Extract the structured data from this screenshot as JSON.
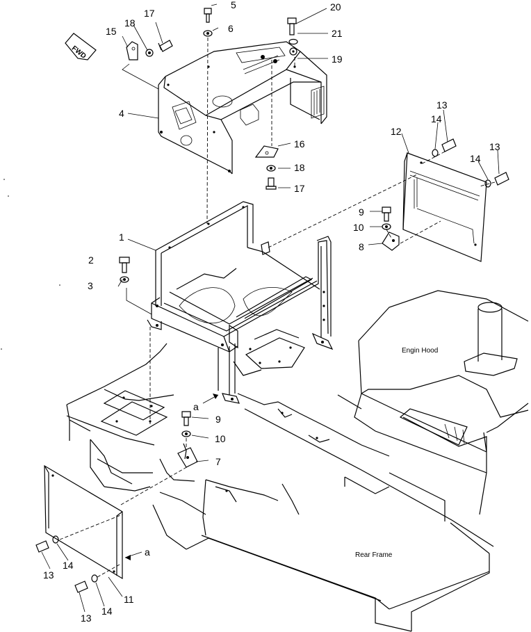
{
  "callouts": [
    {
      "id": "c1",
      "text": "1"
    },
    {
      "id": "c2",
      "text": "2"
    },
    {
      "id": "c3",
      "text": "3"
    },
    {
      "id": "c4",
      "text": "4"
    },
    {
      "id": "c5",
      "text": "5"
    },
    {
      "id": "c6",
      "text": "6"
    },
    {
      "id": "c7",
      "text": "7"
    },
    {
      "id": "c8",
      "text": "8"
    },
    {
      "id": "c9a",
      "text": "9"
    },
    {
      "id": "c9b",
      "text": "9"
    },
    {
      "id": "c10a",
      "text": "10"
    },
    {
      "id": "c10b",
      "text": "10"
    },
    {
      "id": "c11",
      "text": "11"
    },
    {
      "id": "c12",
      "text": "12"
    },
    {
      "id": "c13a",
      "text": "13"
    },
    {
      "id": "c13b",
      "text": "13"
    },
    {
      "id": "c13c",
      "text": "13"
    },
    {
      "id": "c13d",
      "text": "13"
    },
    {
      "id": "c14a",
      "text": "14"
    },
    {
      "id": "c14b",
      "text": "14"
    },
    {
      "id": "c14c",
      "text": "14"
    },
    {
      "id": "c14d",
      "text": "14"
    },
    {
      "id": "c15",
      "text": "15"
    },
    {
      "id": "c16",
      "text": "16"
    },
    {
      "id": "c17a",
      "text": "17"
    },
    {
      "id": "c17b",
      "text": "17"
    },
    {
      "id": "c18a",
      "text": "18"
    },
    {
      "id": "c18b",
      "text": "18"
    },
    {
      "id": "c19",
      "text": "19"
    },
    {
      "id": "c20",
      "text": "20"
    },
    {
      "id": "c21",
      "text": "21"
    },
    {
      "id": "ca1",
      "text": "a"
    },
    {
      "id": "ca2",
      "text": "a"
    }
  ],
  "labels": {
    "engine_hood": "Engin Hood",
    "rear_frame": "Rear Frame",
    "fwd": "FWD"
  }
}
